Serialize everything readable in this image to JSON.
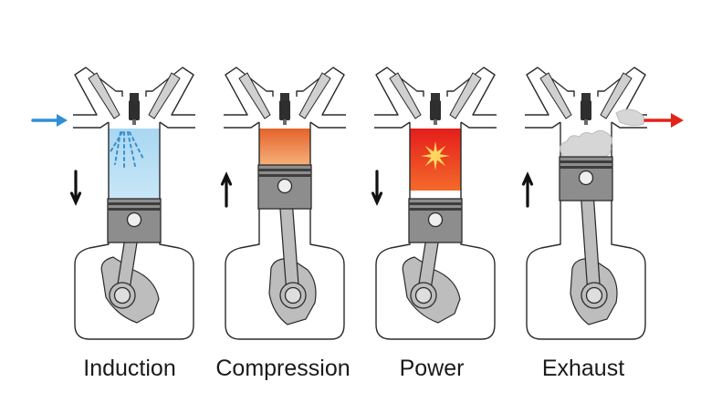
{
  "strokes": [
    {
      "label": "Induction",
      "piston": "down",
      "chamber": "fuel-spray",
      "flow": "intake"
    },
    {
      "label": "Compression",
      "piston": "up",
      "chamber": "compressed",
      "flow": "none"
    },
    {
      "label": "Power",
      "piston": "down",
      "chamber": "ignition",
      "flow": "none"
    },
    {
      "label": "Exhaust",
      "piston": "up",
      "chamber": "smoke",
      "flow": "exhaust"
    }
  ],
  "colors": {
    "intake_arrow": "#2f8fd6",
    "exhaust_arrow": "#e2231a",
    "fuel_mixture": "#c8e6f7",
    "fuel_spray": "#3c8fcf",
    "compression_top": "#e4632a",
    "compression_bottom": "#f6b07a",
    "combustion_top": "#e51d1b",
    "combustion_bottom": "#f46a2a",
    "spark": "#ffd75e",
    "piston": "#8d8d8d",
    "piston_ring": "#3e3e3e",
    "crank": "#bdbdbd",
    "smoke": "#d6d6d6",
    "outline": "#2b2b2b"
  }
}
